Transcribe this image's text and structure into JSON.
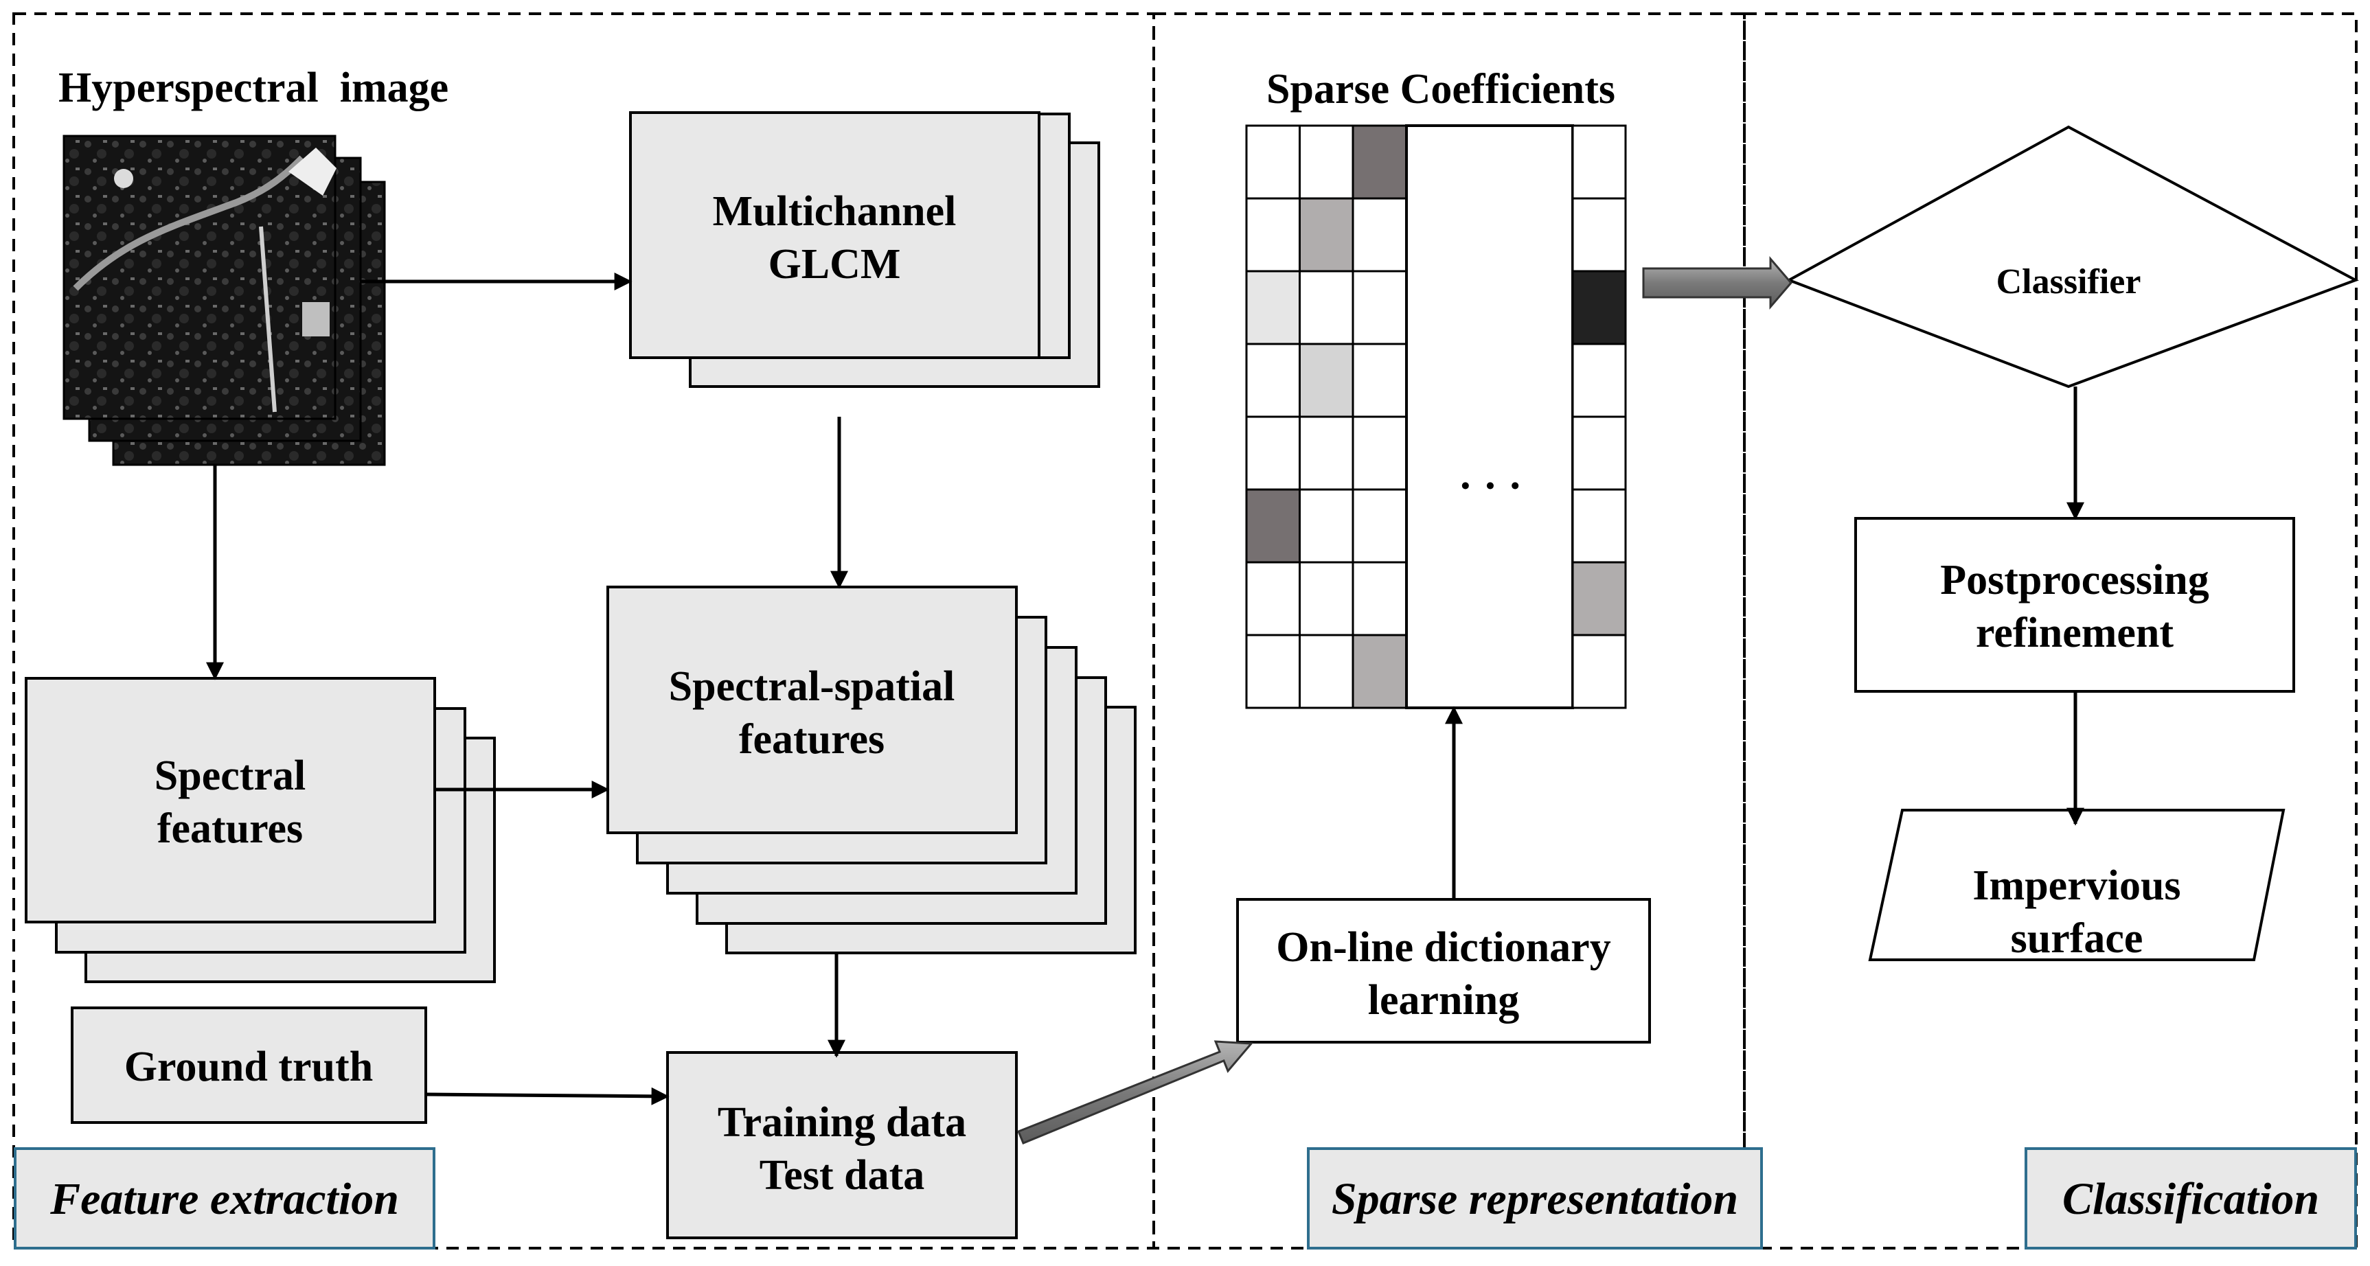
{
  "panels": {
    "feature_extraction": "Feature extraction",
    "sparse_representation": "Sparse representation",
    "classification": "Classification"
  },
  "nodes": {
    "hyperspectral_title": "Hyperspectral  image",
    "glcm": [
      "Multichannel",
      "GLCM"
    ],
    "spectral_features": [
      "Spectral",
      "features"
    ],
    "spectral_spatial": [
      "Spectral-spatial",
      "features"
    ],
    "ground_truth": "Ground truth",
    "training_test": [
      "Training data",
      "Test data"
    ],
    "sparse_title": "Sparse Coefficients",
    "ellipsis": "· · ·",
    "dictionary": [
      "On-line dictionary",
      "learning"
    ],
    "classifier": "Classifier",
    "postprocessing": [
      "Postprocessing",
      "refinement"
    ],
    "impervious": [
      "Impervious",
      "surface"
    ]
  },
  "sparse_matrix": {
    "left_columns": [
      [
        "#ffffff",
        "#ffffff",
        "#e6e6e6",
        "#ffffff",
        "#ffffff",
        "#767071",
        "#ffffff",
        "#ffffff"
      ],
      [
        "#ffffff",
        "#b0adad",
        "#ffffff",
        "#d4d4d4",
        "#ffffff",
        "#ffffff",
        "#ffffff",
        "#ffffff"
      ],
      [
        "#767071",
        "#ffffff",
        "#ffffff",
        "#ffffff",
        "#ffffff",
        "#ffffff",
        "#ffffff",
        "#b0adad"
      ]
    ],
    "right_column": [
      "#ffffff",
      "#ffffff",
      "#222222",
      "#ffffff",
      "#ffffff",
      "#ffffff",
      "#b0adad",
      "#ffffff"
    ]
  },
  "colors": {
    "box_fill": "#e8e8e8",
    "panel_label_border": "#2e6e8e",
    "arrow_gray": "#808080"
  }
}
